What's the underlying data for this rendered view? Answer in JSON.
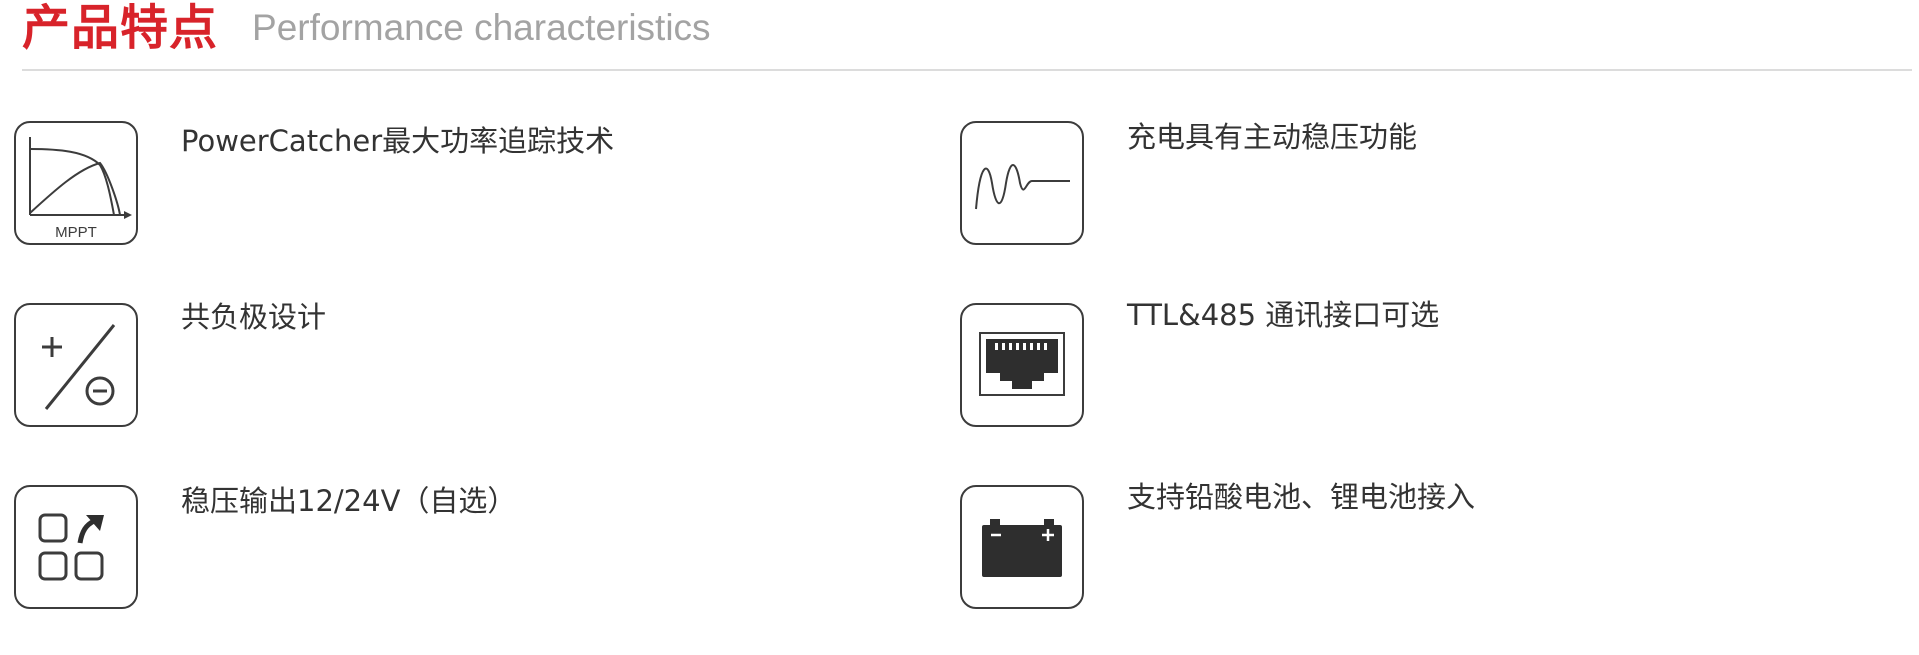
{
  "header": {
    "title_cn": "产品特点",
    "title_en": "Performance characteristics",
    "accent_color": "#d8232a"
  },
  "features": [
    {
      "text": "PowerCatcher最大功率追踪技术",
      "icon": "mppt-curve-icon",
      "icon_label": "MPPT"
    },
    {
      "text": "充电具有主动稳压功能",
      "icon": "damped-wave-icon"
    },
    {
      "text": "共负极设计",
      "icon": "plus-slash-minus-icon"
    },
    {
      "text": "TTL&485 通讯接口可选",
      "icon": "rj45-port-icon"
    },
    {
      "text": "稳压输出12/24V（自选）",
      "icon": "squares-arrow-icon"
    },
    {
      "text": "支持铅酸电池、锂电池接入",
      "icon": "battery-icon"
    }
  ]
}
